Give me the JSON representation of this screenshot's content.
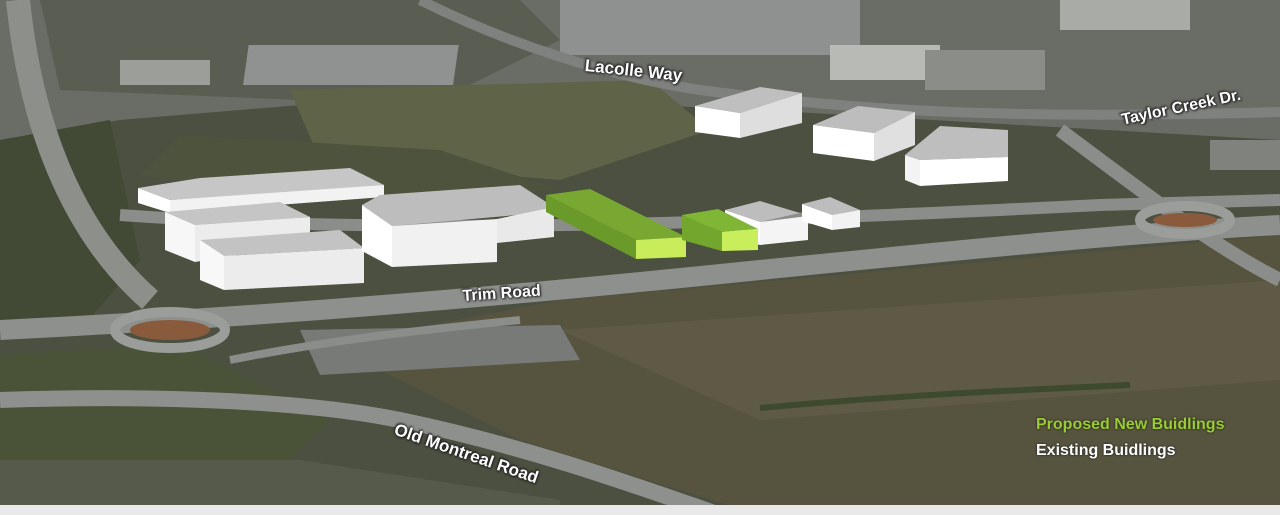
{
  "roads": {
    "lacolle_way": "Lacolle Way",
    "taylor_creek": "Taylor Creek Dr.",
    "trim_road": "Trim Road",
    "old_montreal": "Old Montreal Road"
  },
  "legend": {
    "proposed": "Proposed New Buidlings",
    "existing": "Existing Buidlings"
  },
  "colors": {
    "proposed": "#9acd32",
    "existing": "#ffffff"
  }
}
